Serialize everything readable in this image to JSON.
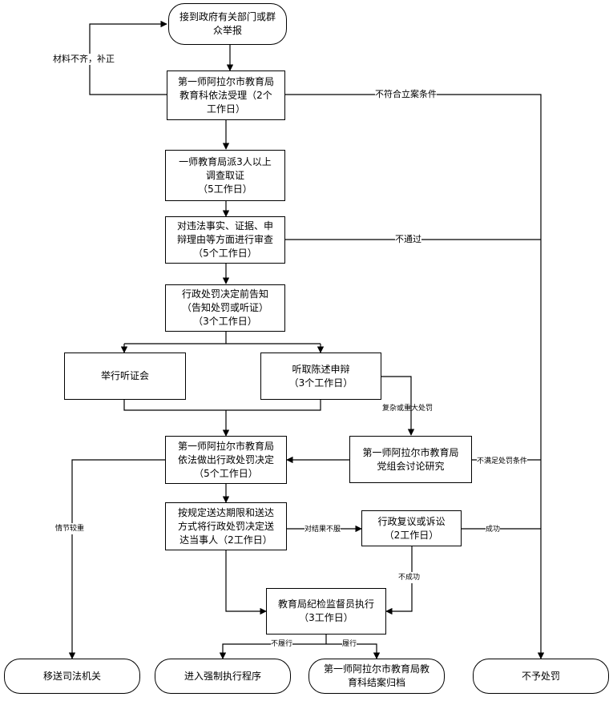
{
  "nodes": {
    "start": "接到政府有关部门或群\n众举报",
    "accept": "第一师阿拉尔市教育局\n教育科依法受理（2个\n工作日）",
    "investigate": "一师教育局派3人以上\n调查取证\n（5工作日）",
    "review": "对违法事实、证据、申\n辩理由等方面进行审查\n（5个工作日）",
    "notice": "行政处罚决定前告知\n（告知处罚或听证）\n（3个工作日）",
    "hearing": "举行听证会",
    "statement": "听取陈述申辩\n（3个工作日）",
    "decision": "第一师阿拉尔市教育局\n依法做出行政处罚决定\n（5个工作日）",
    "committee": "第一师阿拉尔市教育局\n党组会讨论研究",
    "deliver": "按规定送达期限和送达\n方式将行政处罚决定送\n达当事人（2工作日）",
    "appeal": "行政复议或诉讼\n（2工作日）",
    "execute": "教育局纪检监督员执行\n（3工作日）",
    "judicial": "移送司法机关",
    "enforce": "进入强制执行程序",
    "archive": "第一师阿拉尔市教育局教\n育科结案归档",
    "no_penalty": "不予处罚"
  },
  "labels": {
    "incomplete": "材料不齐，补正",
    "not_qualified": "不符合立案条件",
    "not_passed": "不通过",
    "complex": "复杂或重大处罚",
    "not_meet": "不满足处罚条件",
    "serious": "情节较重",
    "disagree": "对结果不服",
    "success": "成功",
    "fail": "不成功",
    "not_perform": "不履行",
    "perform": "履行"
  }
}
